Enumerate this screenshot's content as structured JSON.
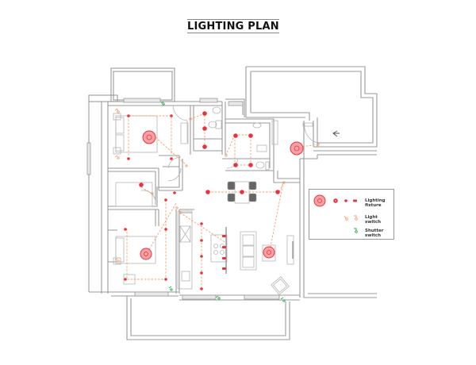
{
  "title": "LIGHTING PLAN",
  "legend": {
    "items": [
      {
        "label": "Lighting fixture",
        "icon": "lighting-fixture-icon",
        "color": "#e8333f"
      },
      {
        "label": "Light switch",
        "icon": "light-switch-icon",
        "color": "#f2a070"
      },
      {
        "label": "Shutter switch",
        "icon": "shutter-switch-icon",
        "color": "#2fa84f"
      }
    ]
  },
  "colors": {
    "wall": "#9a9a9a",
    "fixture": "#e8333f",
    "fixture_fill": "#f7a0a6",
    "wire": "#f2a070",
    "shutter": "#2fa84f"
  }
}
